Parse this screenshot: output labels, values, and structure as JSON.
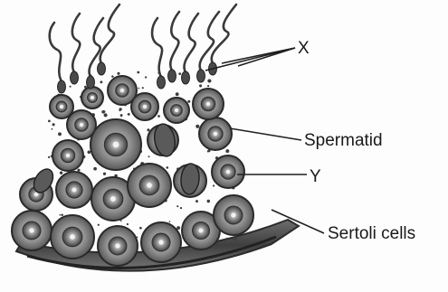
{
  "diagram": {
    "labels": {
      "x": "X",
      "spermatid": "Spermatid",
      "y": "Y",
      "sertoli": "Sertoli cells"
    },
    "colors": {
      "ink": "#2b2b2b",
      "cell_fill": "#6f6f6f",
      "cell_mid": "#8a8a8a",
      "cell_light": "#b5b5b5",
      "nucleus_dark": "#3a3a3a",
      "base_band": "#555555",
      "dots": "#3d3d3d"
    }
  }
}
